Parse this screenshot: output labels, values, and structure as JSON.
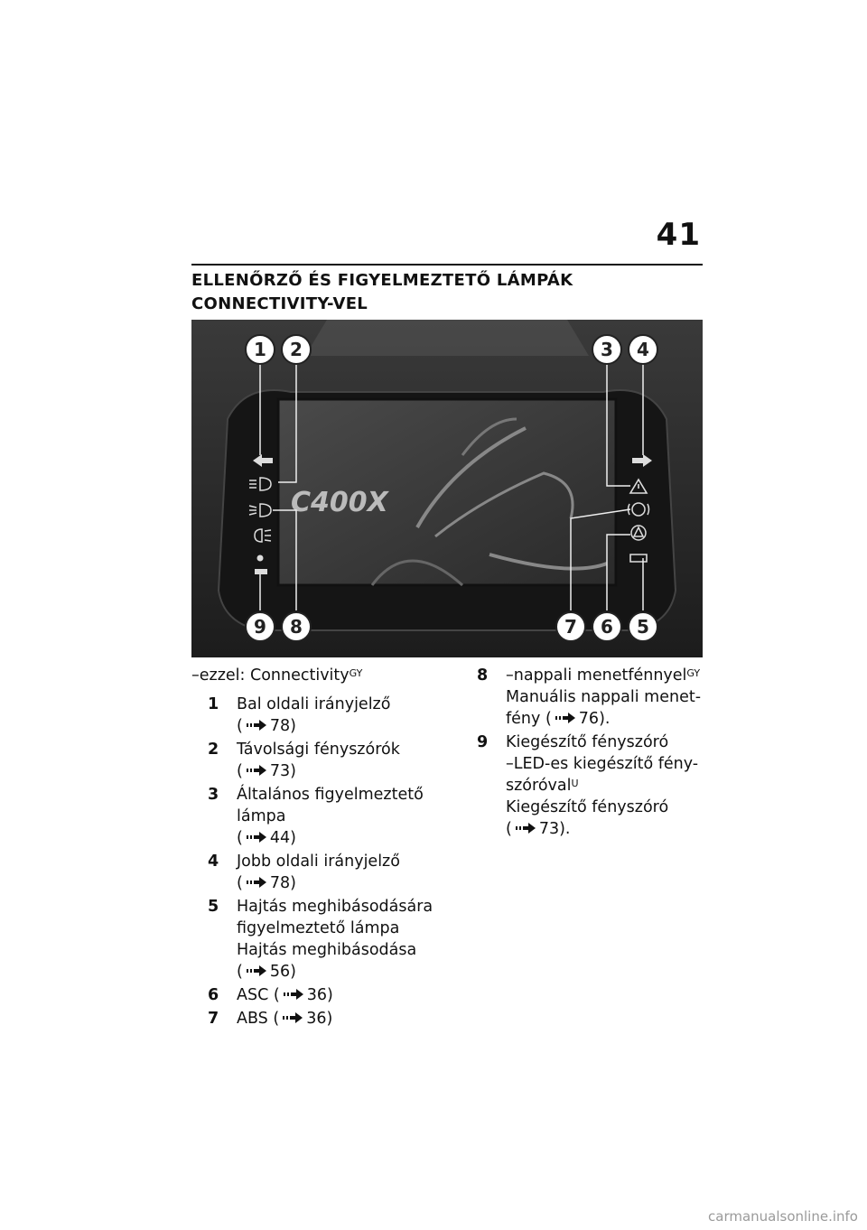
{
  "page": {
    "number": "41",
    "title": "ELLENŐRZŐ ÉS FIGYELMEZTETŐ LÁMPÁK CONNECTIVITY-VEL",
    "footer": "carmanualsonline.info"
  },
  "figure": {
    "logo_text": "C400X",
    "callouts": [
      "1",
      "2",
      "3",
      "4",
      "9",
      "8",
      "7",
      "6",
      "5"
    ],
    "icons": [
      "left-turn-arrow-icon",
      "high-beam-icon",
      "daytime-light-icon",
      "fog-light-icon",
      "right-turn-arrow-icon",
      "warning-triangle-icon",
      "abs-icon",
      "asc-icon",
      "engine-icon"
    ]
  },
  "intro": {
    "text": "–ezzel: Connectivity",
    "sup": "GY"
  },
  "items_left": [
    {
      "num": "1",
      "text": "Bal oldali irányjelző",
      "ref": "78)"
    },
    {
      "num": "2",
      "text": "Távolsági fényszórók",
      "ref": "73)"
    },
    {
      "num": "3",
      "text": "Általános figyelmeztető lámpa",
      "ref": "44)"
    },
    {
      "num": "4",
      "text": "Jobb oldali irányjelző",
      "ref": "78)"
    },
    {
      "num": "5",
      "text": "Hajtás meghibásodására figyelmeztető lámpa",
      "text2": "Hajtás meghibásodása",
      "ref": "56)"
    },
    {
      "num": "6",
      "text": "ASC",
      "ref": "36)"
    },
    {
      "num": "7",
      "text": "ABS",
      "ref": "36)"
    }
  ],
  "item8": {
    "num": "8",
    "line1": "–nappali menetfénnyel",
    "sup": "GY",
    "line2": "Manuális nappali menet-fény",
    "ref": "76)."
  },
  "item9": {
    "num": "9",
    "line1": "Kiegészítő fényszóró",
    "line2": "–LED-es kiegészítő fény-szóróval",
    "sup": "U",
    "line3": "Kiegészítő fényszóró",
    "ref": "73)."
  }
}
